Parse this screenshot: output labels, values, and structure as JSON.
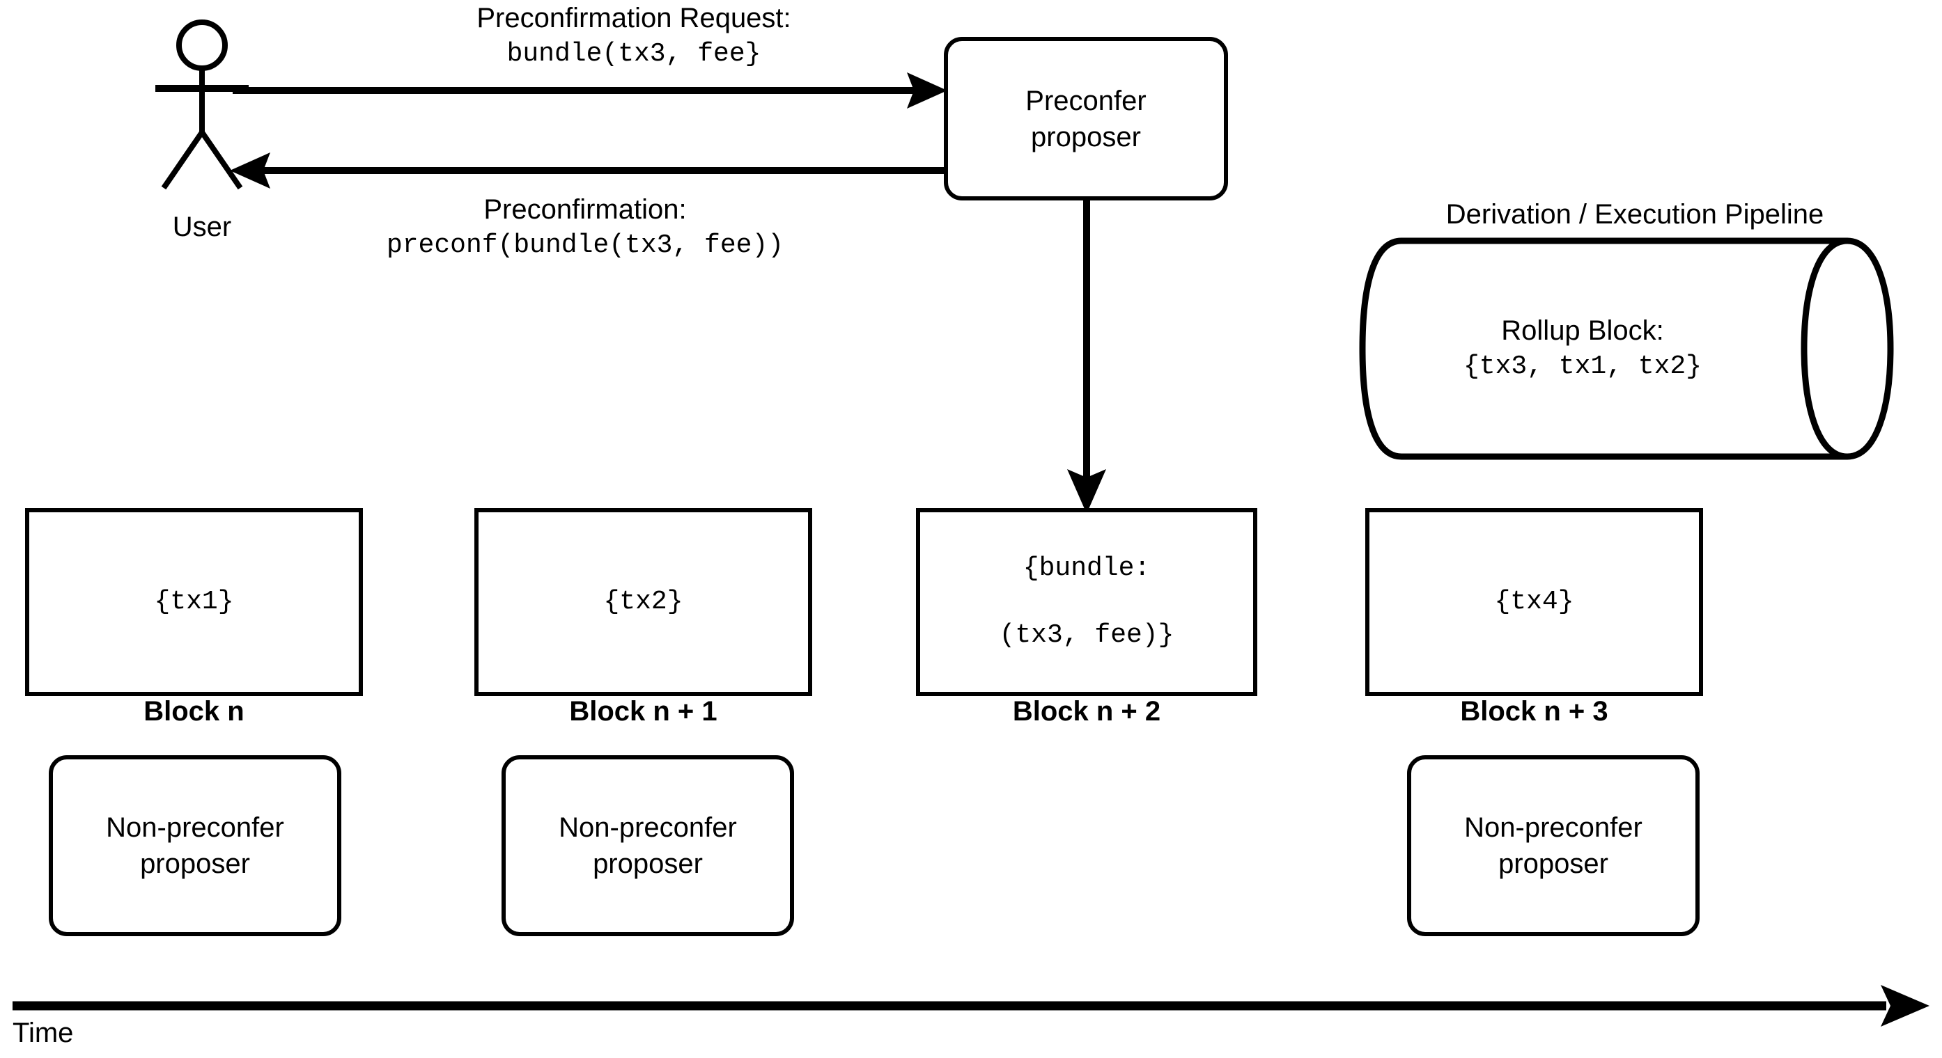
{
  "diagram": {
    "title_absent": true,
    "actor": {
      "name": "stick-figure-user",
      "label": "User"
    },
    "messages": [
      {
        "id": "preconfirmation-request",
        "direction": "user-to-preconfer",
        "line1": "Preconfirmation Request:",
        "line2": "bundle(tx3, fee}"
      },
      {
        "id": "preconfirmation-response",
        "direction": "preconfer-to-user",
        "line1": "Preconfirmation:",
        "line2": "preconf(bundle(tx3, fee))"
      }
    ],
    "preconfer_box": {
      "line1": "Preconfer",
      "line2": "proposer"
    },
    "pipeline": {
      "caption": "Derivation / Execution Pipeline",
      "line1": "Rollup Block:",
      "line2": "{tx3, tx1, tx2}"
    },
    "blocks": [
      {
        "content_line1": "{tx1}",
        "content_line2": "",
        "caption": "Block n"
      },
      {
        "content_line1": "{tx2}",
        "content_line2": "",
        "caption": "Block n + 1"
      },
      {
        "content_line1": "{bundle:",
        "content_line2": "(tx3, fee)}",
        "caption": "Block n + 2"
      },
      {
        "content_line1": "{tx4}",
        "content_line2": "",
        "caption": "Block n + 3"
      }
    ],
    "proposers": [
      {
        "line1": "Non-preconfer",
        "line2": "proposer"
      },
      {
        "line1": "Non-preconfer",
        "line2": "proposer"
      },
      {
        "line1": "Non-preconfer",
        "line2": "proposer"
      }
    ],
    "timeline": {
      "label": "Time"
    },
    "colors": {
      "stroke": "#000000",
      "background": "#ffffff"
    }
  }
}
